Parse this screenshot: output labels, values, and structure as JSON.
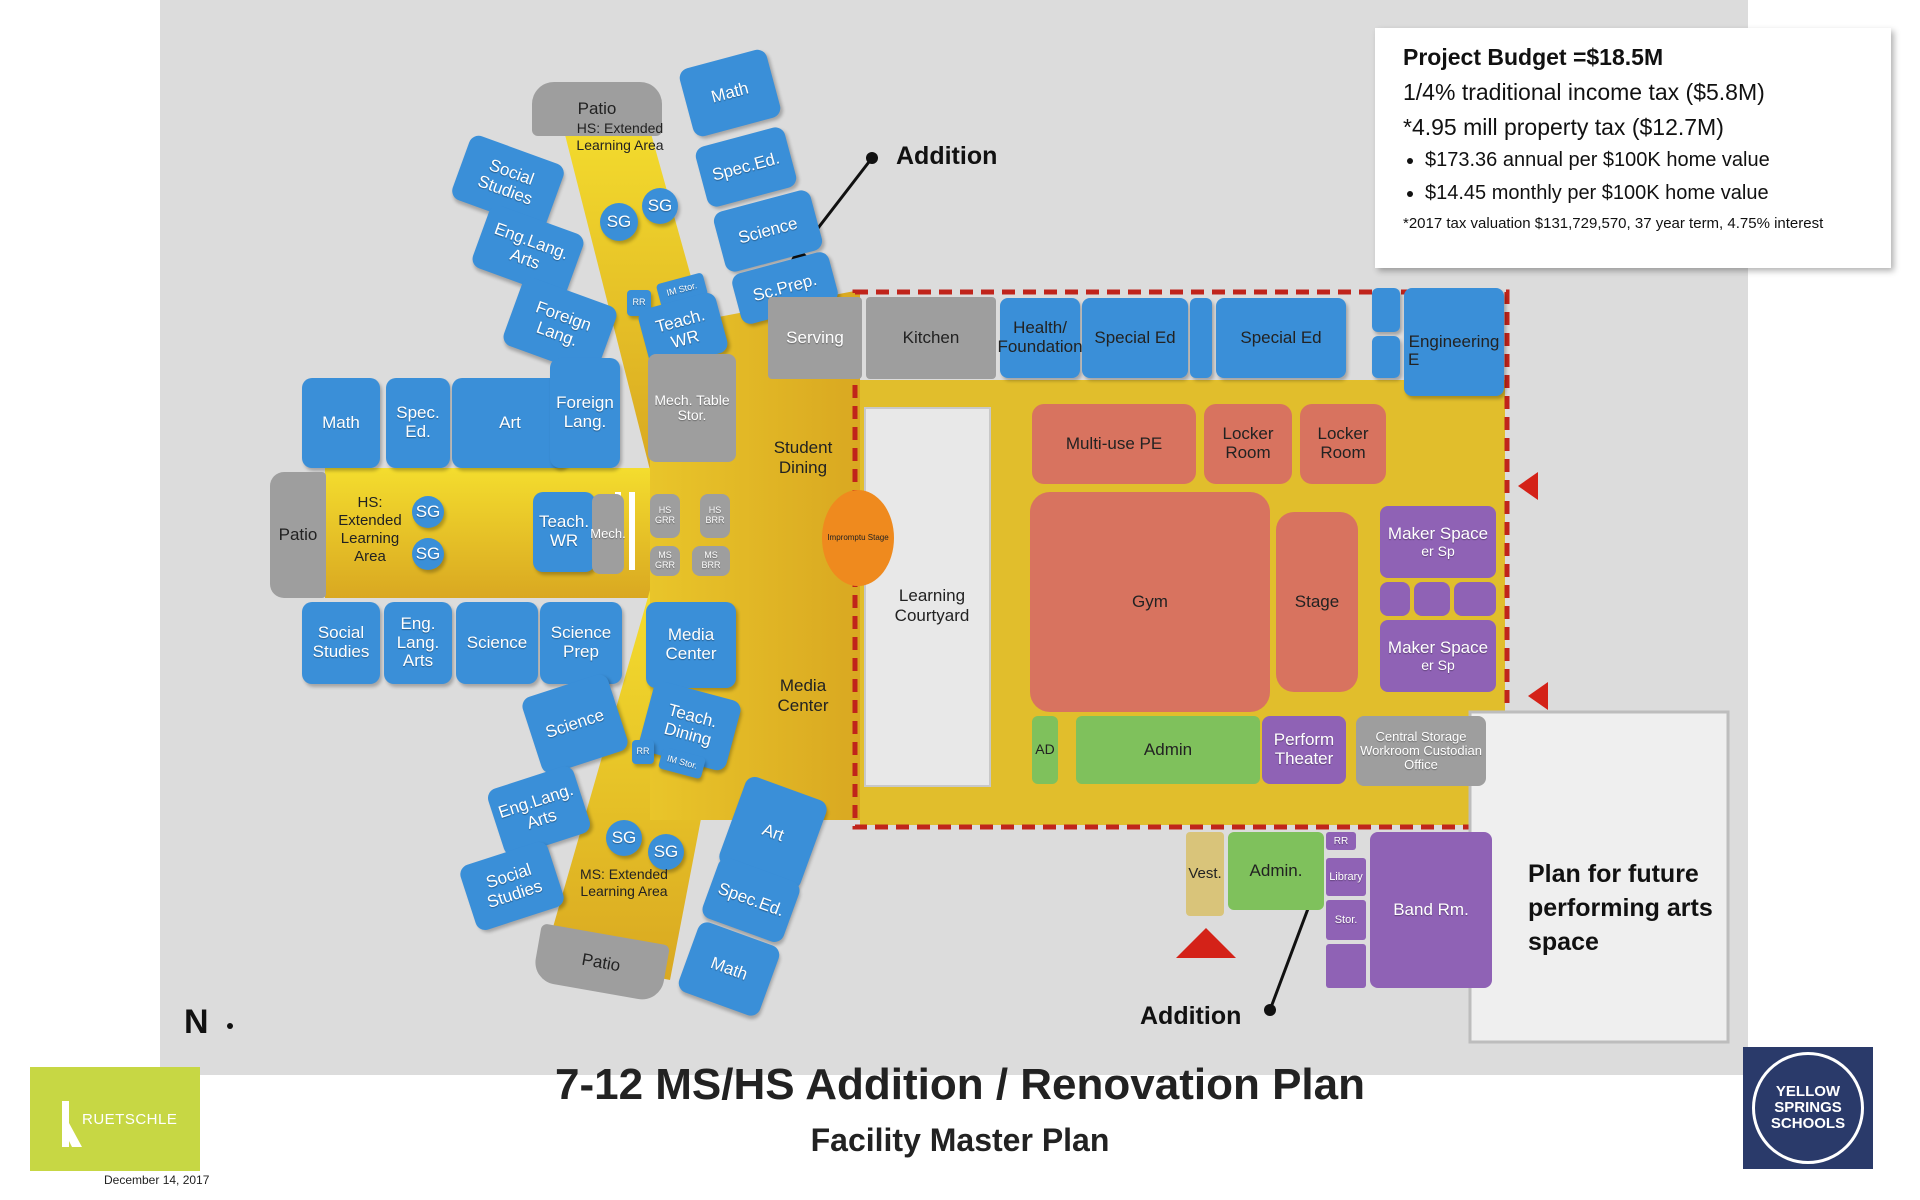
{
  "title": "7-12 MS/HS Addition / Renovation Plan",
  "subtitle": "Facility Master Plan",
  "date": "December 14, 2017",
  "logos": {
    "left_text": "RUETSCHLE",
    "right_text": "YELLOW SPRINGS SCHOOLS"
  },
  "north_label": "N",
  "budget": {
    "title": "Project Budget =$18.5M",
    "line1": "1/4% traditional income tax ($5.8M)",
    "line2": "*4.95 mill property tax ($12.7M)",
    "bullet1": "$173.36 annual per $100K home value",
    "bullet2": "$14.45 monthly per $100K home value",
    "note": "*2017 tax valuation $131,729,570, 37 year term, 4.75% interest"
  },
  "callouts": {
    "addition_top": "Addition",
    "addition_bottom": "Addition",
    "future_line1": "Plan for future",
    "future_line2": "performing arts",
    "future_line3": "space"
  },
  "rooms": {
    "patio_top": "Patio",
    "hs_ela_top": "HS: Extended Learning Area",
    "math_top": "Math",
    "sped_top": "Spec.Ed.",
    "science_top": "Science",
    "scprep_top": "Sc.Prep.",
    "social_top": "Social Studies",
    "ela_top": "Eng.Lang. Arts",
    "foreign_top": "Foreign Lang.",
    "sg_a": "SG",
    "sg_b": "SG",
    "rr_top": "RR",
    "im_top": "IM Stor.",
    "teachwr_top": "Teach. WR",
    "serving": "Serving",
    "kitchen": "Kitchen",
    "math_mid": "Math",
    "sped_mid": "Spec. Ed.",
    "art_mid": "Art",
    "foreign_mid": "Foreign Lang.",
    "mech_table": "Mech. Table Stor.",
    "student_dining": "Student Dining",
    "patio_left": "Patio",
    "hs_ela_mid": "HS: Extended Learning Area",
    "sg_c": "SG",
    "sg_d": "SG",
    "teachwr_mid": "Teach. WR",
    "mech_mid": "Mech.",
    "hs_grr": "HS GRR",
    "hs_brr": "HS BRR",
    "ms_grr": "MS GRR",
    "ms_brr": "MS BRR",
    "impromptu_stage": "Impromptu Stage",
    "learning_courtyard": "Learning Courtyard",
    "social_mid": "Social Studies",
    "ela_mid": "Eng. Lang. Arts",
    "science_mid": "Science",
    "science_prep": "Science Prep",
    "media_center": "Media Center",
    "media_center_label": "Media Center",
    "science_low": "Science",
    "teach_dining": "Teach. Dining",
    "ela_low": "Eng.Lang. Arts",
    "rr_low": "RR",
    "im_low": "IM Stor.",
    "sg_e": "SG",
    "sg_f": "SG",
    "art_low": "Art",
    "social_low": "Social Studies",
    "ms_ela": "MS: Extended Learning Area",
    "sped_low": "Spec.Ed.",
    "math_low": "Math",
    "patio_bottom": "Patio",
    "health_foundation": "Health/ Foundation",
    "special_ed_1": "Special Ed",
    "special_ed_2": "Special Ed",
    "engineering": "Engineering",
    "engineering_e": "E",
    "multiuse_pe": "Multi-use PE",
    "locker_1": "Locker Room",
    "locker_2": "Locker Room",
    "gym": "Gym",
    "stage": "Stage",
    "maker_1": "Maker Space",
    "maker_1_sub": "er Sp",
    "maker_2": "Maker Space",
    "maker_2_sub": "er Sp",
    "ad": "AD",
    "admin_main": "Admin",
    "perform_theater": "Perform Theater",
    "central_storage": "Central Storage Workroom Custodian Office",
    "vest": "Vest.",
    "admin_lower": "Admin.",
    "rr_admin": "RR",
    "library": "Library",
    "stor": "Stor.",
    "band_room": "Band Rm."
  }
}
